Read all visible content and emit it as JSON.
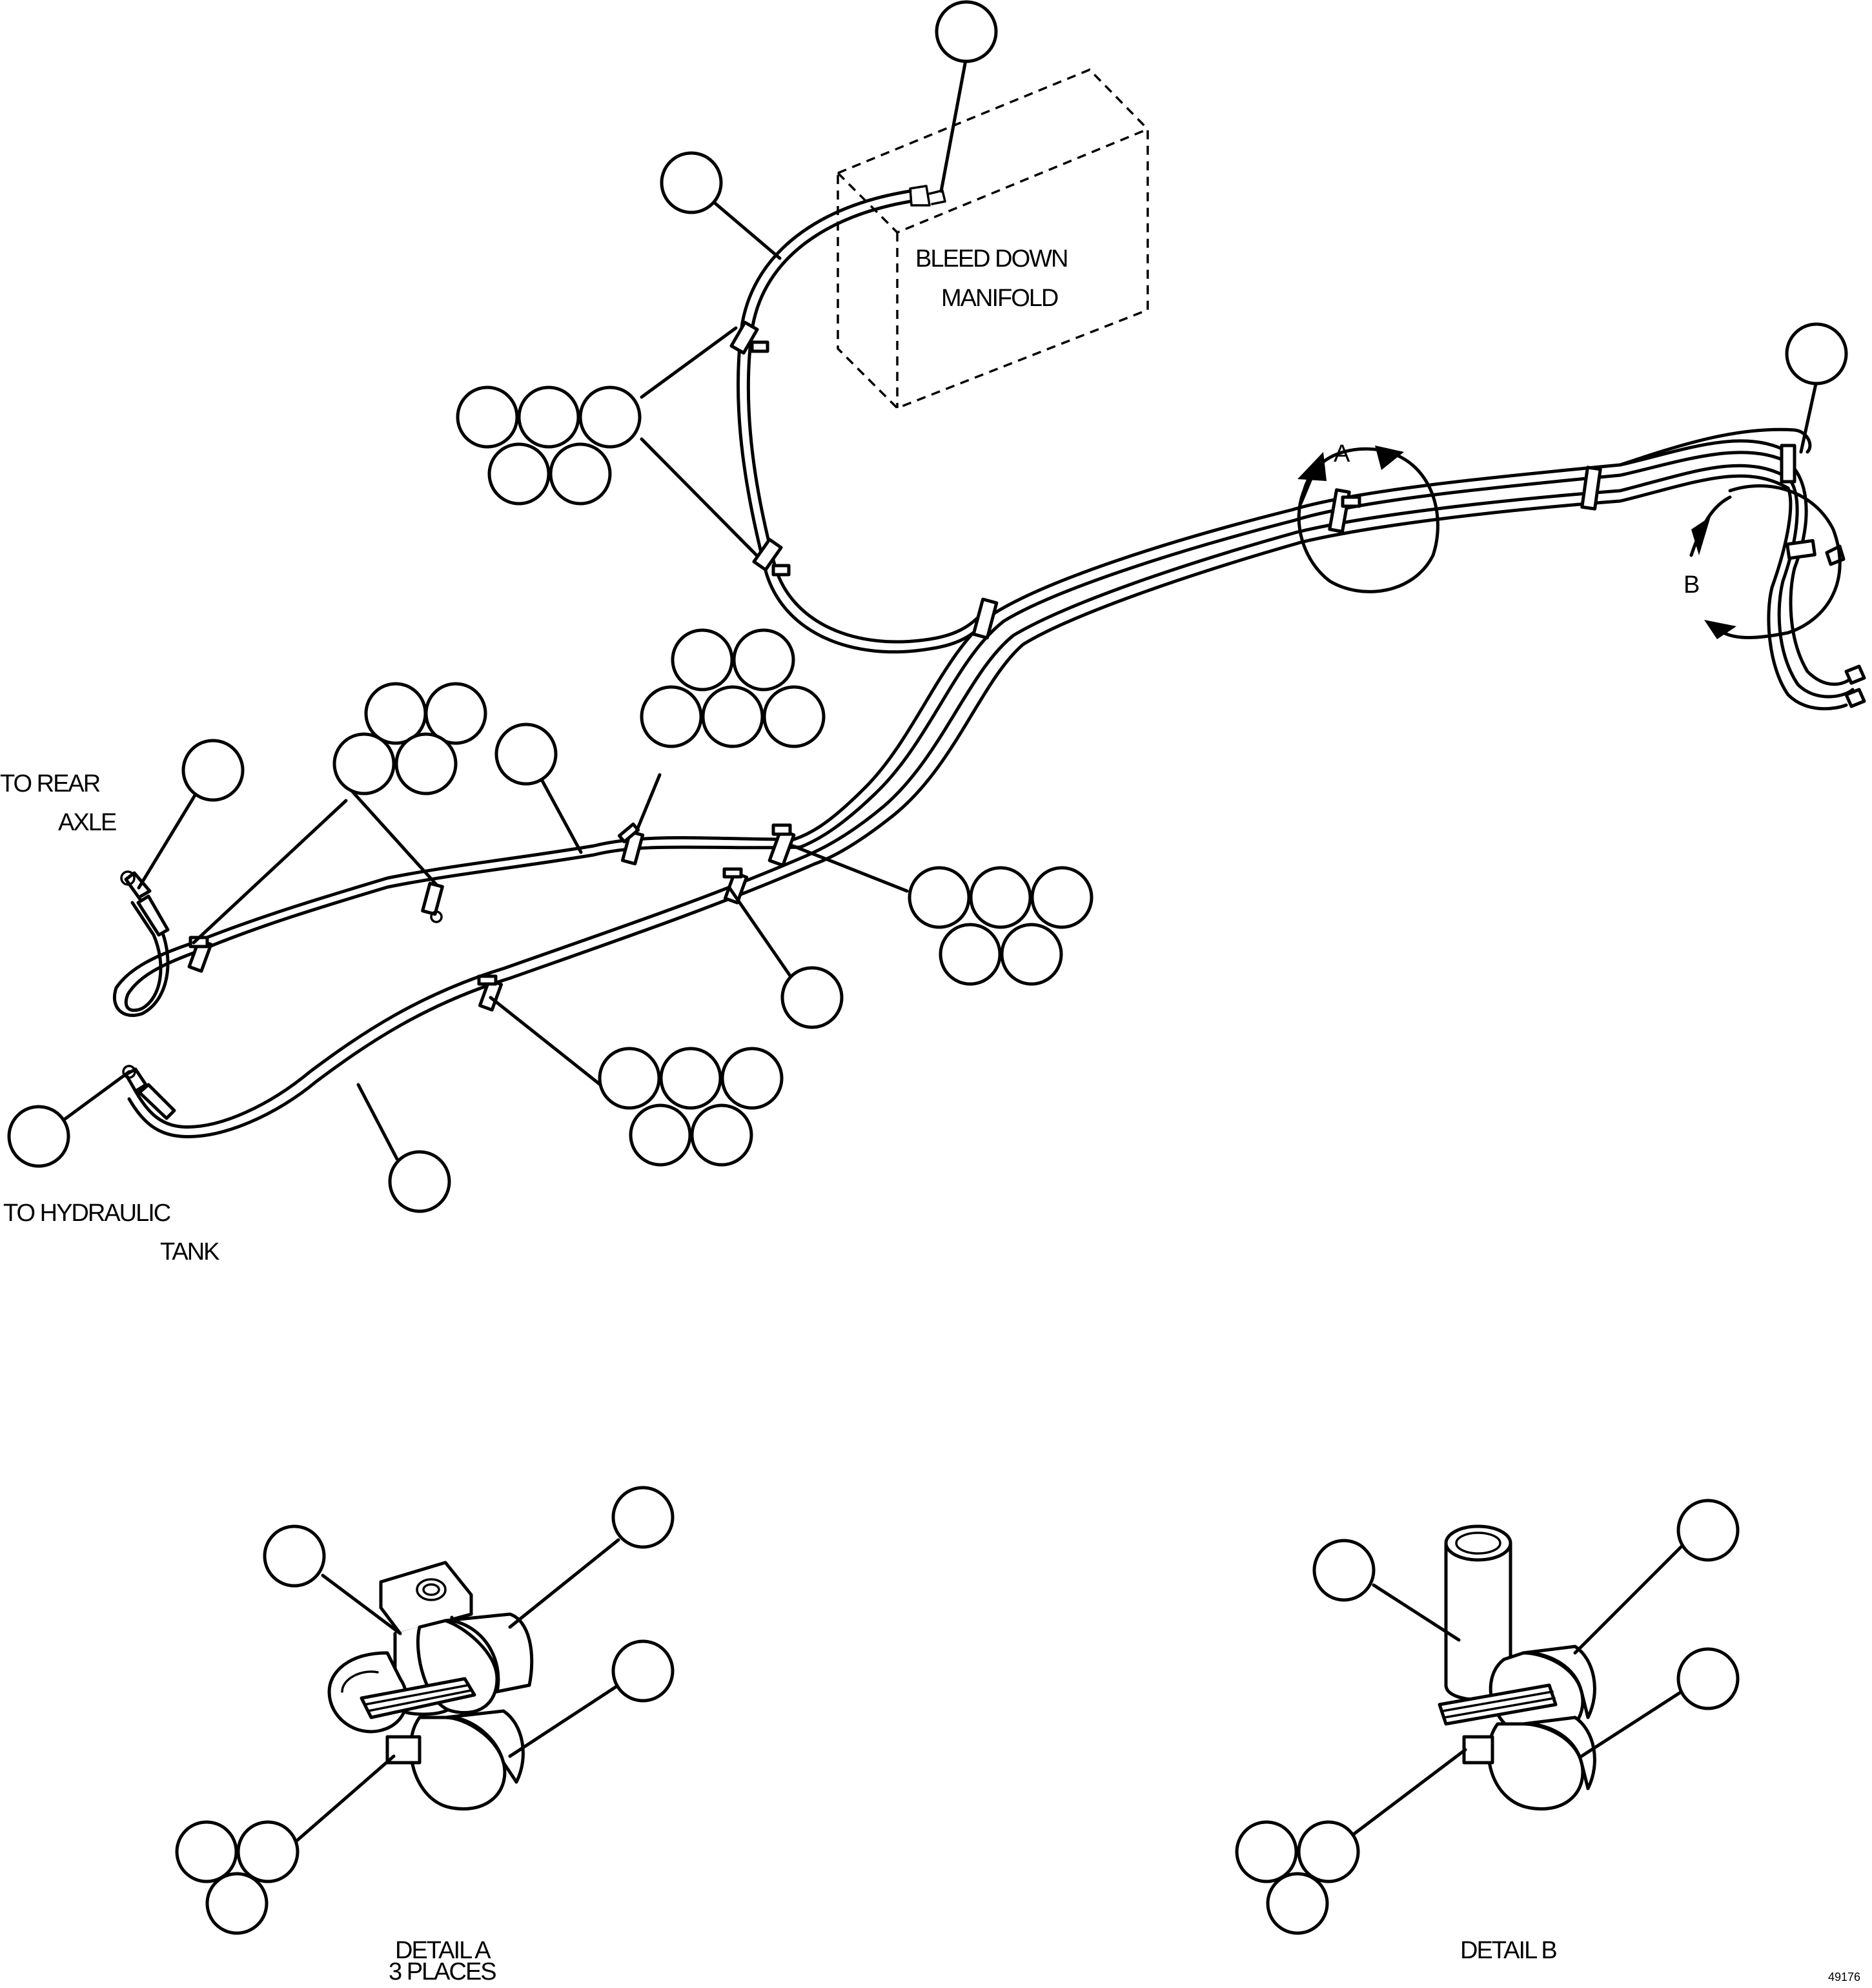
{
  "labels": {
    "bleed_down_1": "BLEED DOWN",
    "bleed_down_2": "MANIFOLD",
    "to_rear_1": "TO REAR",
    "to_rear_2": "AXLE",
    "to_hyd_1": "TO HYDRAULIC",
    "to_hyd_2": "TANK",
    "view_a": "A",
    "view_b": "B",
    "detail_a_1": "DETAIL A",
    "detail_a_2": "3 PLACES",
    "detail_b": "DETAIL B",
    "drawing_no": "49176"
  }
}
